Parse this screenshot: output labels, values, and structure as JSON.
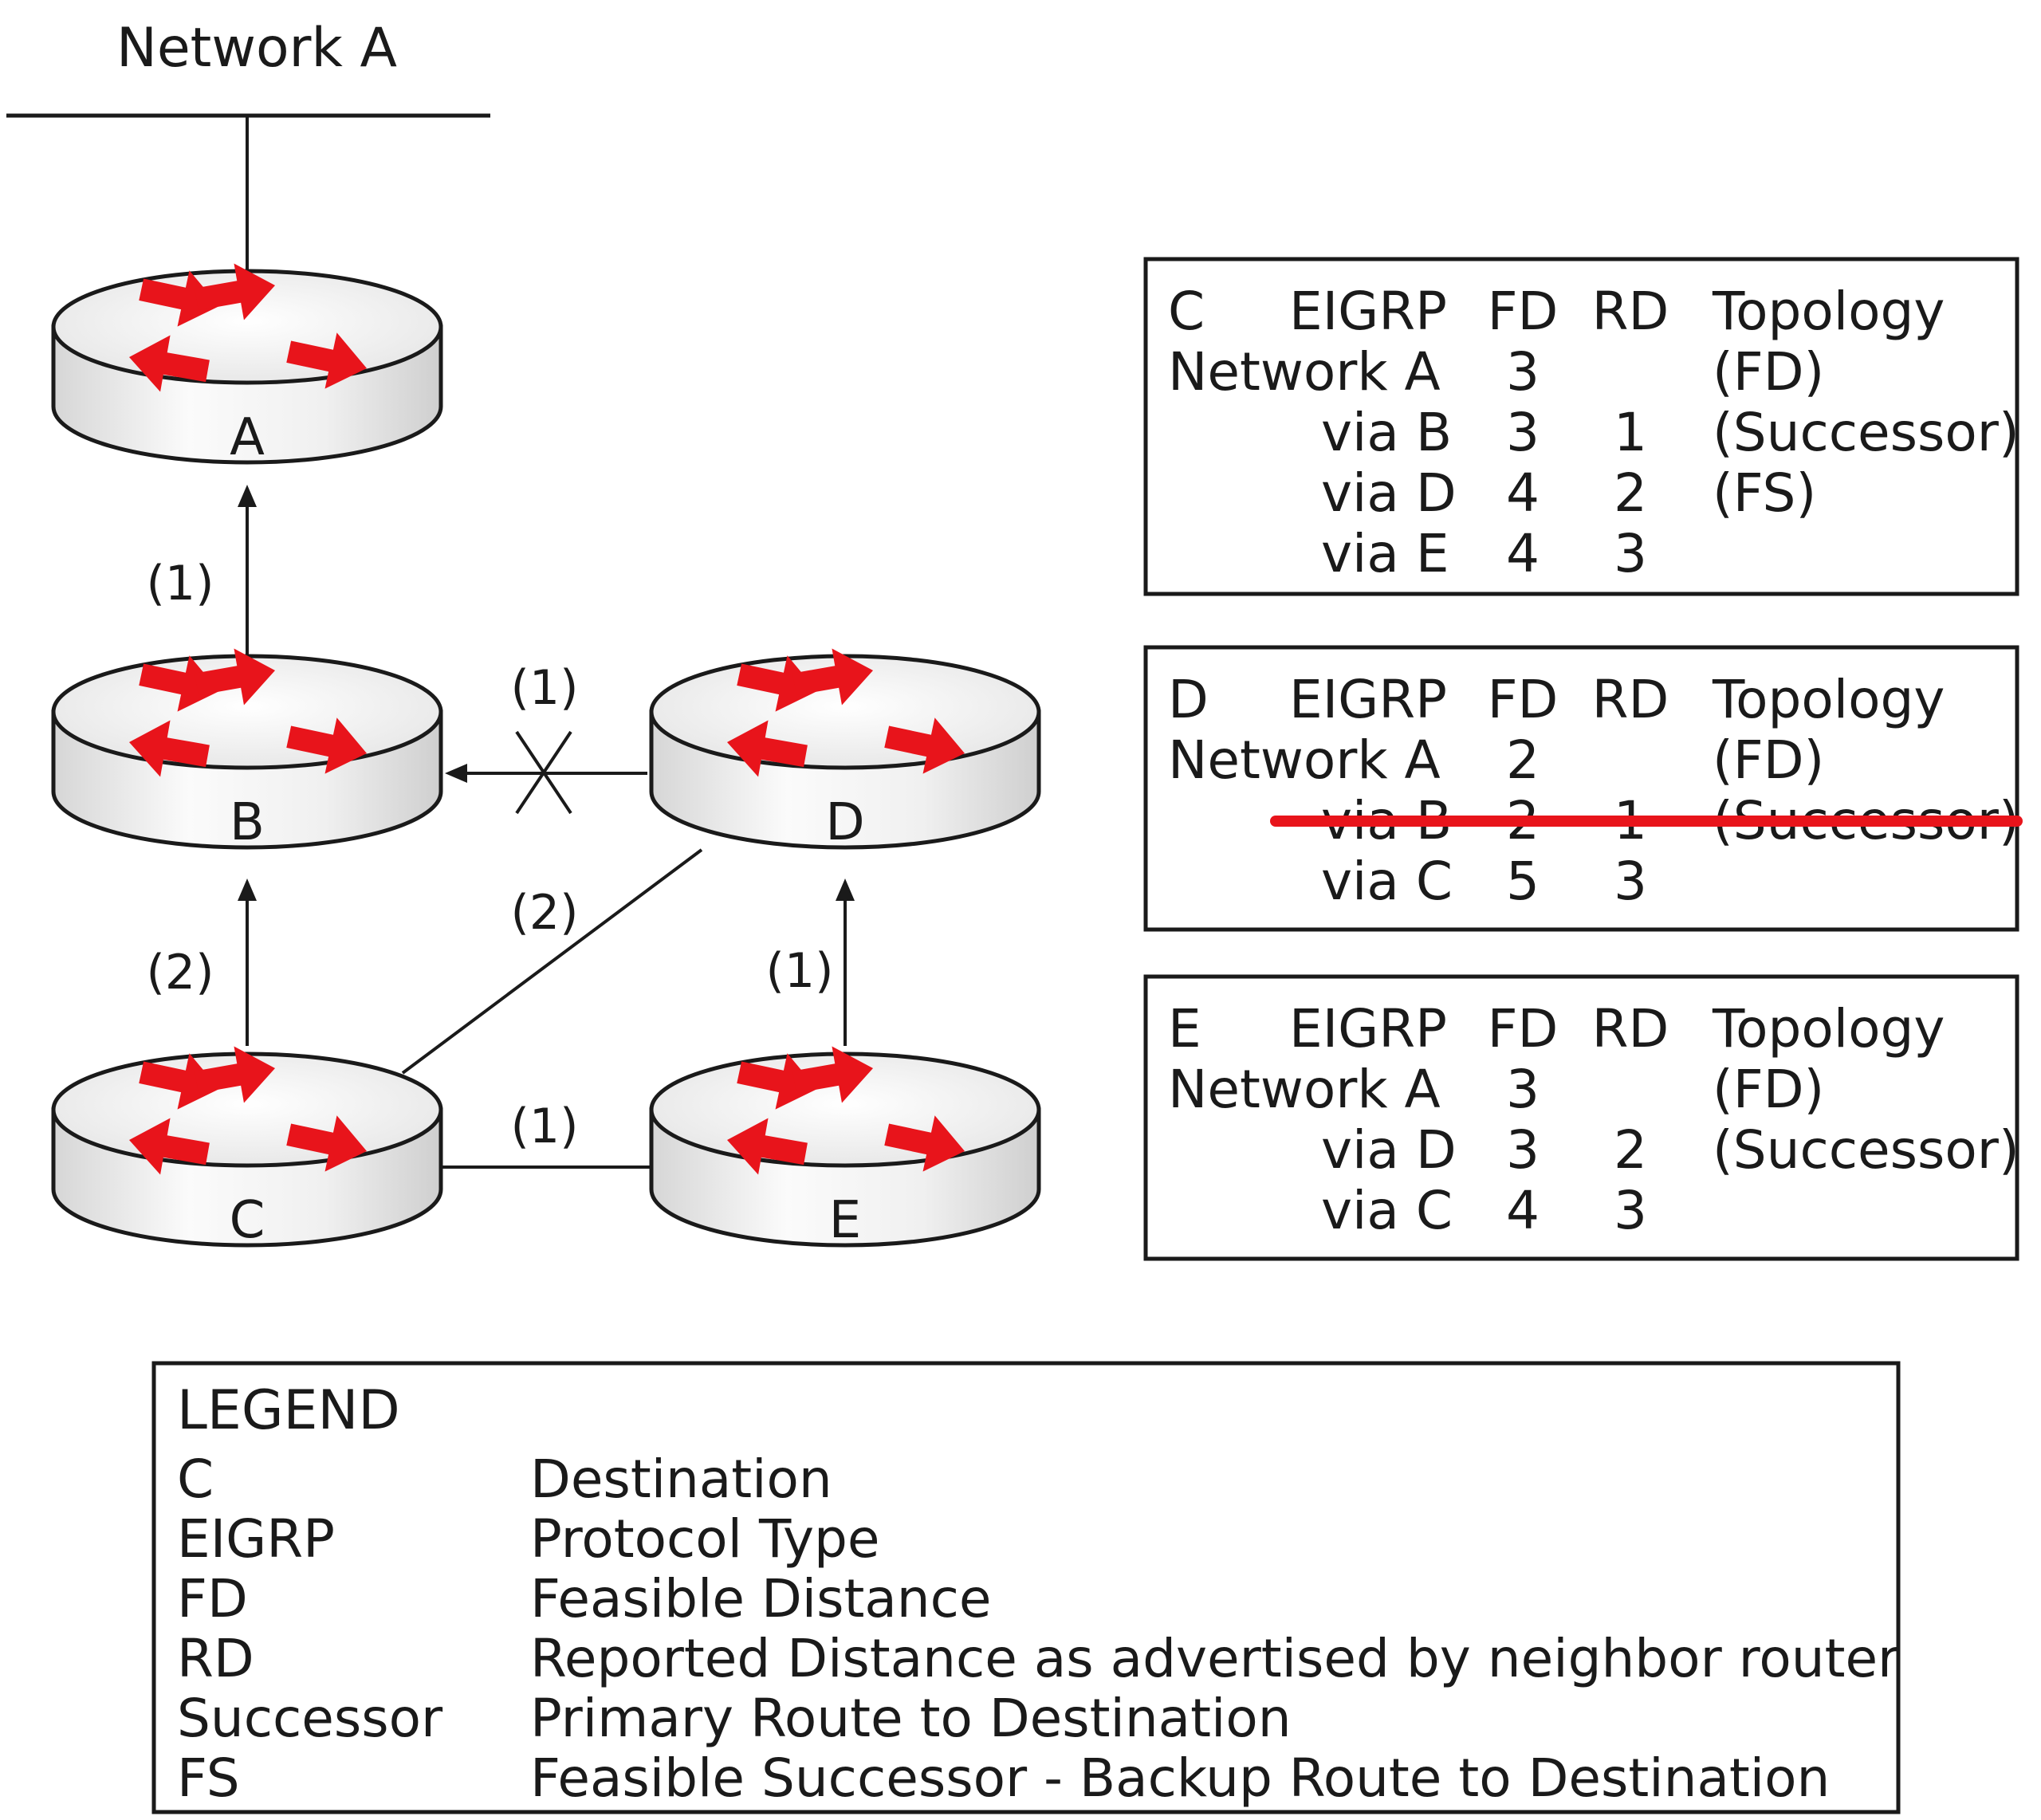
{
  "network_label": "Network A",
  "routers": [
    {
      "id": "A",
      "label": "A"
    },
    {
      "id": "B",
      "label": "B"
    },
    {
      "id": "C",
      "label": "C"
    },
    {
      "id": "D",
      "label": "D"
    },
    {
      "id": "E",
      "label": "E"
    }
  ],
  "links": [
    {
      "from": "B",
      "to": "A",
      "cost": "(1)",
      "arrow": true,
      "failed": false
    },
    {
      "from": "C",
      "to": "B",
      "cost": "(2)",
      "arrow": true,
      "failed": false
    },
    {
      "from": "D",
      "to": "B",
      "cost": "(1)",
      "arrow": true,
      "failed": true
    },
    {
      "from": "C",
      "to": "D",
      "cost": "(2)",
      "arrow": false,
      "failed": false
    },
    {
      "from": "E",
      "to": "D",
      "cost": "(1)",
      "arrow": true,
      "failed": false
    },
    {
      "from": "C",
      "to": "E",
      "cost": "(1)",
      "arrow": false,
      "failed": false
    }
  ],
  "tables": [
    {
      "router": "C",
      "header": {
        "dest": "C",
        "protocol": "EIGRP",
        "fd": "FD",
        "rd": "RD",
        "topology": "Topology"
      },
      "network": {
        "name": "Network A",
        "fd": "3",
        "topology": "(FD)"
      },
      "routes": [
        {
          "via": "via B",
          "fd": "3",
          "rd": "1",
          "topology": "(Successor)",
          "removed": false
        },
        {
          "via": "via D",
          "fd": "4",
          "rd": "2",
          "topology": "(FS)",
          "removed": false
        },
        {
          "via": "via E",
          "fd": "4",
          "rd": "3",
          "topology": "",
          "removed": false
        }
      ]
    },
    {
      "router": "D",
      "header": {
        "dest": "D",
        "protocol": "EIGRP",
        "fd": "FD",
        "rd": "RD",
        "topology": "Topology"
      },
      "network": {
        "name": "Network A",
        "fd": "2",
        "topology": "(FD)"
      },
      "routes": [
        {
          "via": "via B",
          "fd": "2",
          "rd": "1",
          "topology": "(Successor)",
          "removed": true
        },
        {
          "via": "via C",
          "fd": "5",
          "rd": "3",
          "topology": "",
          "removed": false
        }
      ]
    },
    {
      "router": "E",
      "header": {
        "dest": "E",
        "protocol": "EIGRP",
        "fd": "FD",
        "rd": "RD",
        "topology": "Topology"
      },
      "network": {
        "name": "Network A",
        "fd": "3",
        "topology": "(FD)"
      },
      "routes": [
        {
          "via": "via D",
          "fd": "3",
          "rd": "2",
          "topology": "(Successor)",
          "removed": false
        },
        {
          "via": "via C",
          "fd": "4",
          "rd": "3",
          "topology": "",
          "removed": false
        }
      ]
    }
  ],
  "legend": {
    "title": "LEGEND",
    "items": [
      {
        "term": "C",
        "desc": "Destination"
      },
      {
        "term": "EIGRP",
        "desc": "Protocol Type"
      },
      {
        "term": "FD",
        "desc": "Feasible Distance"
      },
      {
        "term": "RD",
        "desc": "Reported Distance as advertised by neighbor router"
      },
      {
        "term": "Successor",
        "desc": "Primary Route to Destination"
      },
      {
        "term": "FS",
        "desc": "Feasible Successor - Backup Route to Destination"
      }
    ]
  },
  "colors": {
    "router_arrows": "#e8141b",
    "strike_line": "#e8141b",
    "router_body": "#f4f4f4",
    "line": "#1a1a1a"
  }
}
